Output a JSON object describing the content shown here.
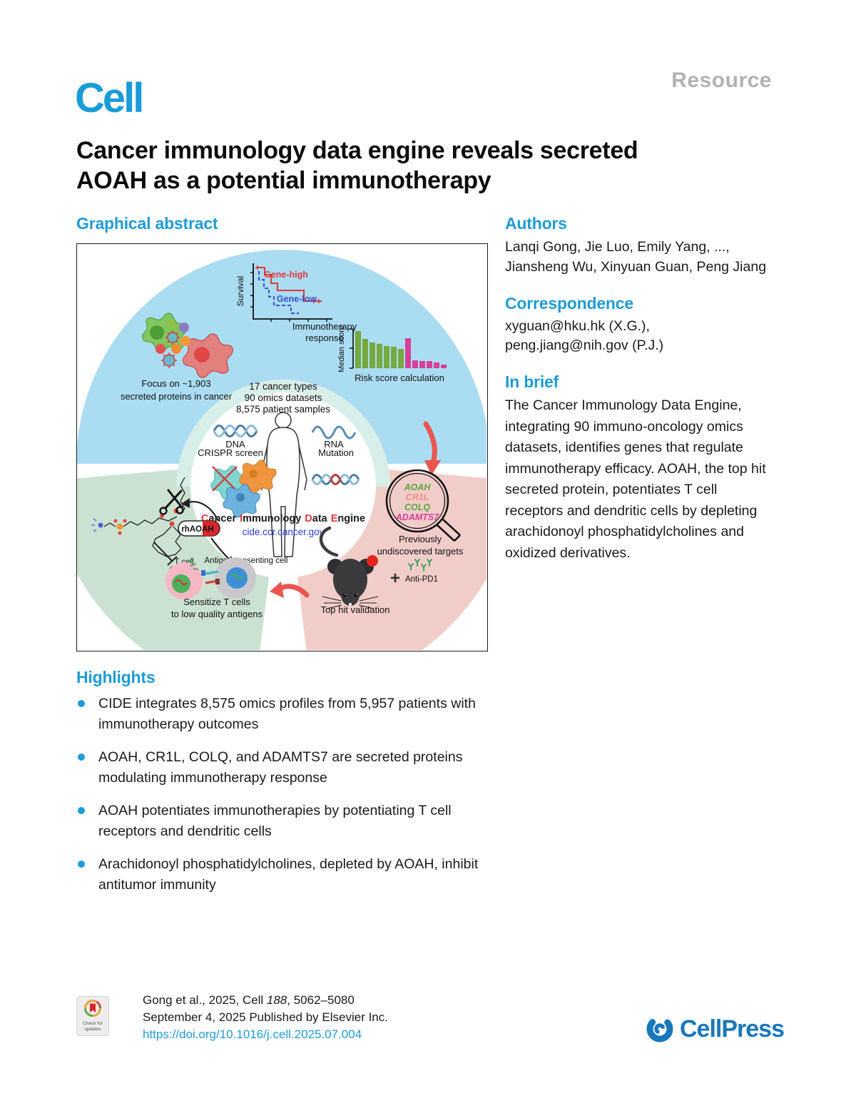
{
  "header": {
    "journal_logo": "Cell",
    "article_type": "Resource"
  },
  "title_lines": [
    "Cancer immunology data engine reveals secreted",
    "AOAH as a potential immunotherapy"
  ],
  "left": {
    "graphical_abstract_heading": "Graphical abstract"
  },
  "abstract": {
    "survival": {
      "ylabel": "Survival",
      "gene_high": "Gene-high",
      "gene_low": "Gene-low",
      "caption1": "Immunotherapy",
      "caption2": "response"
    },
    "bars": {
      "ylabel": "Median score",
      "caption": "Risk score calculation"
    },
    "cells": {
      "caption1": "Focus on ~1,903",
      "caption2": "secreted proteins in cancer"
    },
    "stats": [
      "17 cancer types",
      "90 omics datasets",
      "8,575 patient samples"
    ],
    "center": {
      "dna": "DNA",
      "rna": "RNA",
      "crispr": "CRISPR screen",
      "mutation": "Mutation",
      "url": "cide.ccr.cancer.gov",
      "engine": {
        "c1": "C",
        "r1": "ancer",
        "c2": "I",
        "r2": "mmunology",
        "c3": "D",
        "r3": "ata",
        "c4": "E",
        "r4": "ngine"
      }
    },
    "targets": {
      "genes": [
        "AOAH",
        "CR1L",
        "COLQ",
        "ADAMTS7"
      ],
      "caption1": "Previously",
      "caption2": "undiscovered targets"
    },
    "validation": {
      "plus": "+",
      "anti_pd1": "Anti-PD1",
      "caption": "Top hit validation"
    },
    "treat": {
      "pill": "rhAOAH",
      "tcell": "T cell",
      "apc": "Antigen-presenting cell",
      "caption1": "Sensitize T cells",
      "caption2": "to low quality antigens"
    }
  },
  "right": {
    "authors_heading": "Authors",
    "authors_lines": [
      "Lanqi Gong, Jie Luo, Emily Yang, ...,",
      "Jiansheng Wu, Xinyuan Guan, Peng Jiang"
    ],
    "correspondence_heading": "Correspondence",
    "correspondence_lines": [
      "xyguan@hku.hk (X.G.),",
      "peng.jiang@nih.gov (P.J.)"
    ],
    "in_brief_heading": "In brief",
    "in_brief_text": "The Cancer Immunology Data Engine, integrating 90 immuno-oncology omics datasets, identifies genes that regulate immunotherapy efficacy. AOAH, the top hit secreted protein, potentiates T cell receptors and dendritic cells by depleting arachidonoyl phosphatidylcholines and oxidized derivatives."
  },
  "highlights": {
    "heading": "Highlights",
    "items": [
      "CIDE integrates 8,575 omics profiles from 5,957 patients with immunotherapy outcomes",
      "AOAH, CR1L, COLQ, and ADAMTS7 are secreted proteins modulating immunotherapy response",
      "AOAH potentiates immunotherapies by potentiating T cell receptors and dendritic cells",
      "Arachidonoyl phosphatidylcholines, depleted by AOAH, inhibit antitumor immunity"
    ]
  },
  "footer": {
    "cit_pre": "Gong et al., 2025, Cell ",
    "cit_vol": "188",
    "cit_post": ", 5062–5080",
    "published": "September 4, 2025 Published by Elsevier Inc.",
    "doi": "https://doi.org/10.1016/j.cell.2025.07.004",
    "badge_line1": "Check for",
    "badge_line2": "updates",
    "publisher": "CellPress"
  }
}
